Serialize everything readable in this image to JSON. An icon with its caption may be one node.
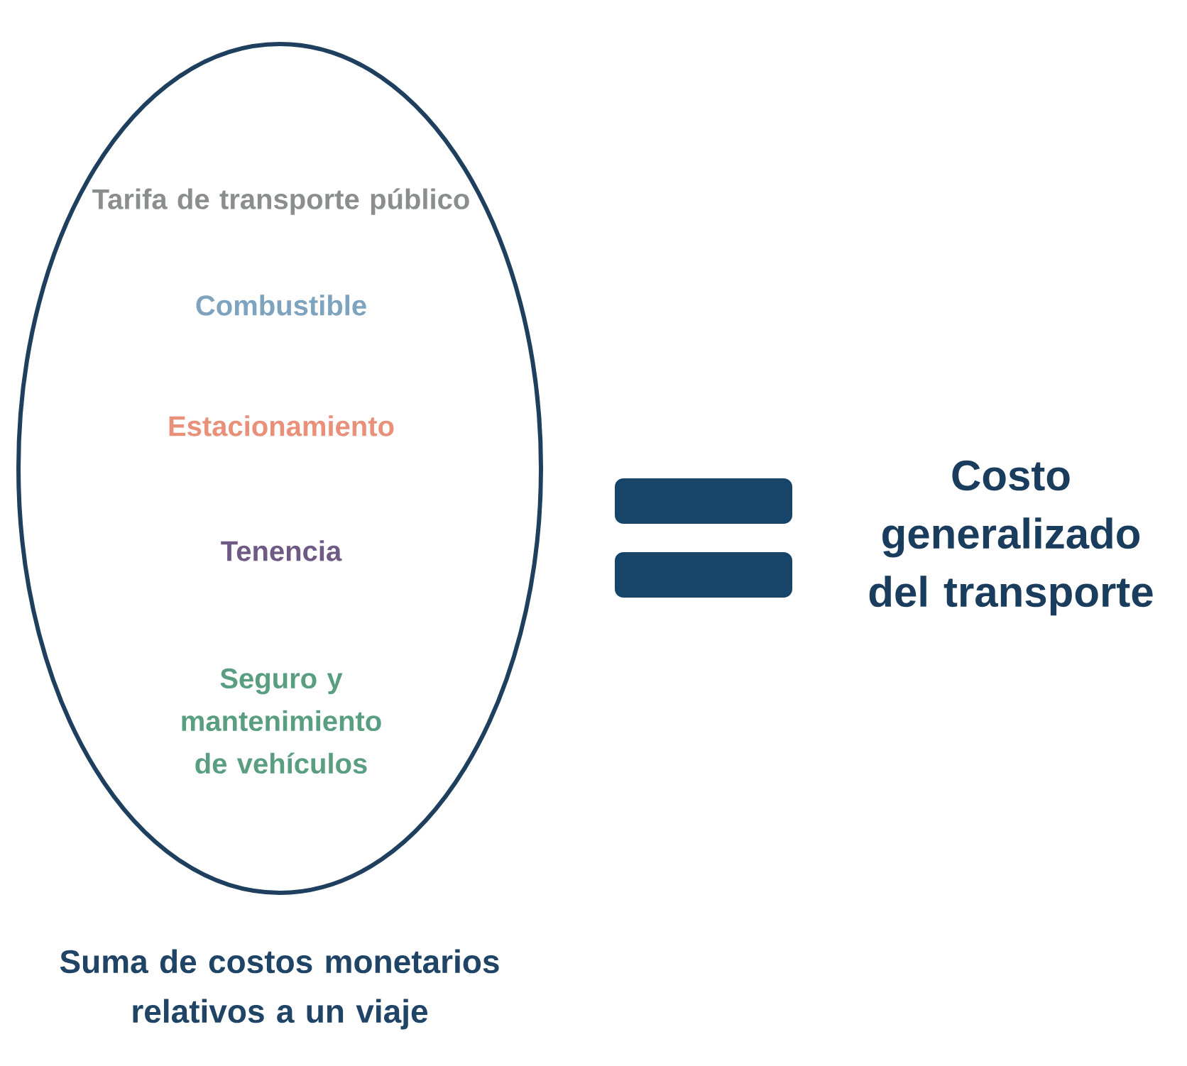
{
  "diagram": {
    "nodes": [
      {
        "text": [
          "Tarifa de transporte público",
          "Combustible",
          "Estacionamiento",
          "Tenencia",
          "Seguro y mantenimiento de vehículos"
        ],
        "beside": [
          "Suma de costos monetarios relativos a un viaje"
        ]
      }
    ],
    "labels": [
      "Costo generalizado del transporte"
    ]
  }
}
